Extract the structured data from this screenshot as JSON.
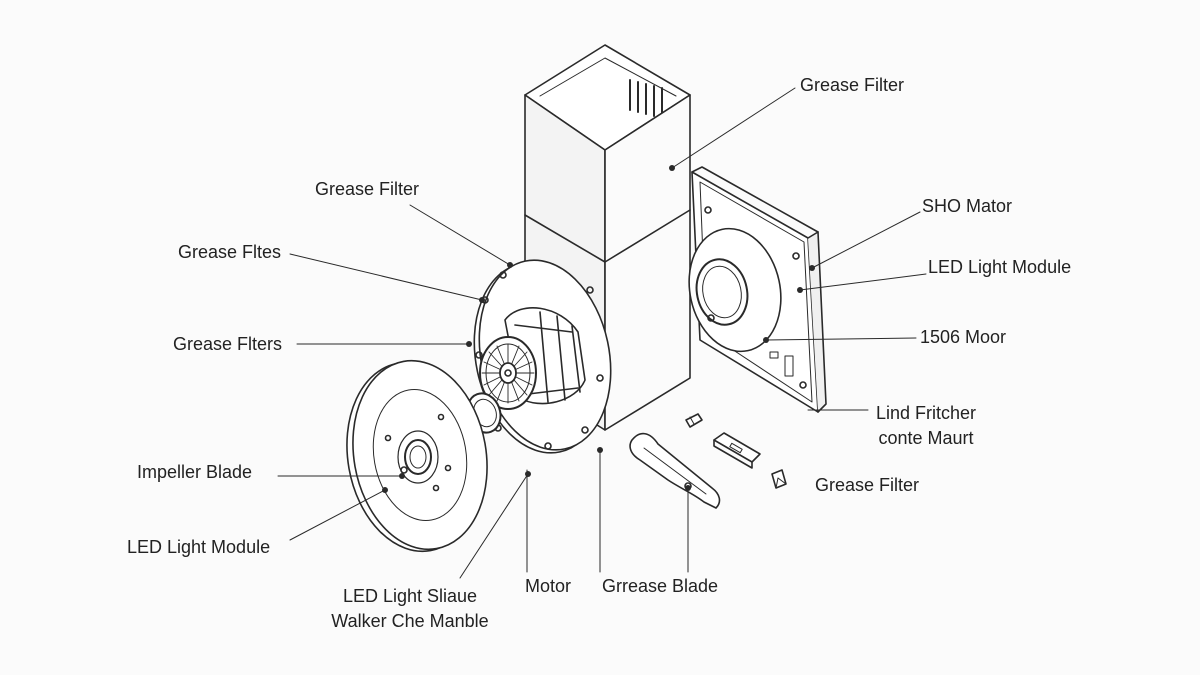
{
  "colors": {
    "ink": "#2a2a2a",
    "paper": "#fbfbfb",
    "label": "#222222"
  },
  "labels": {
    "grease_filter_top": "Grease Filter",
    "sho_motor": "SHO Mator",
    "led_module_right": "LED Light Module",
    "moor_1506": "1506 Moor",
    "lind_line1": "Lind Fritcher",
    "lind_line2": "conte Maurt",
    "grease_filter_lower_right": "Grease Filter",
    "grease_filter_left": "Grease Filter",
    "grease_fltes": "Grease Fltes",
    "grease_flters": "Grease Flters",
    "impeller_blade": "Impeller Blade",
    "led_module_left": "LED Light Module",
    "led_shaue_line1": "LED Light Sliaue",
    "led_shaue_line2": "Walker Che Manble",
    "motor": "Motor",
    "grrease_blade": "Grrease Blade"
  }
}
